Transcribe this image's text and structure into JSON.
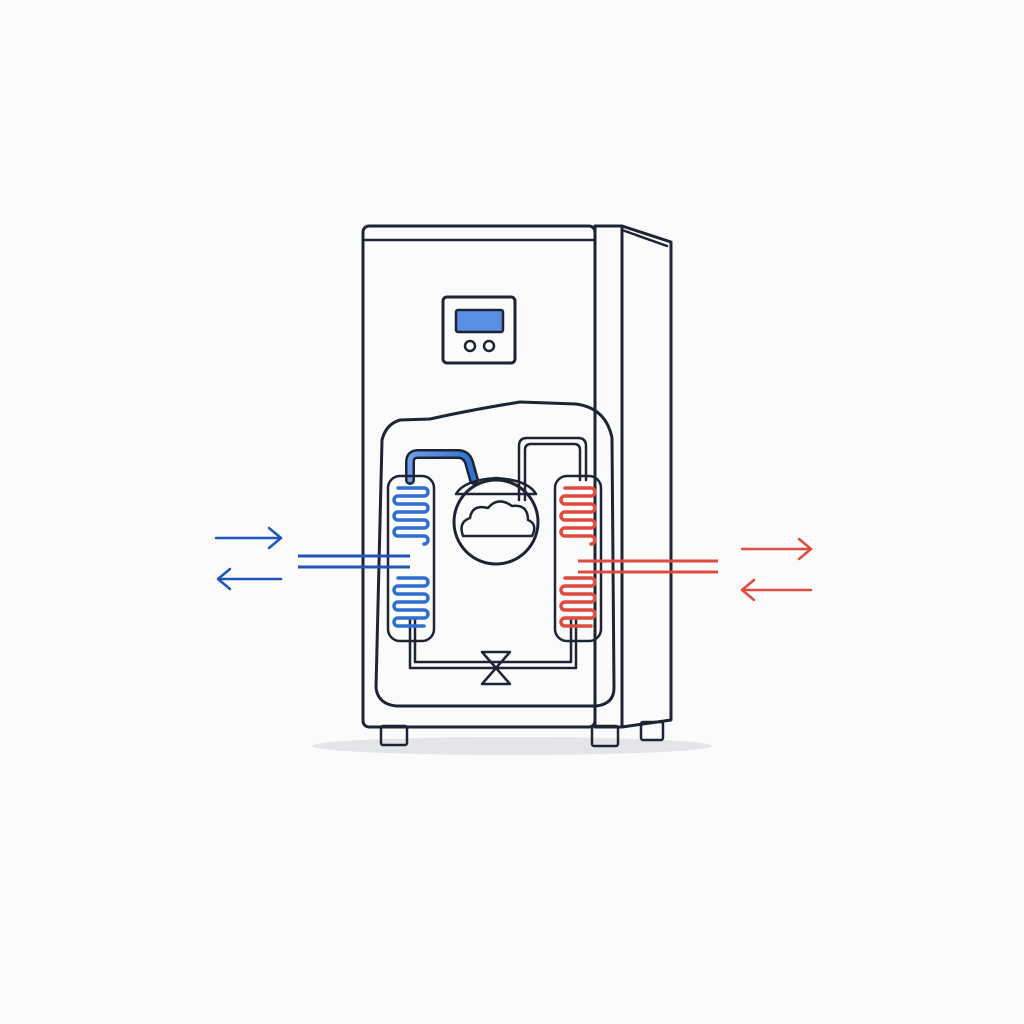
{
  "colors": {
    "background": "#fbfbfc",
    "outline": "#1e2433",
    "cold": "#2f6fd0",
    "cold_dark": "#1f55b8",
    "hot": "#e04b3f",
    "screen": "#5b8fe6",
    "shadow": "#e4e5e9"
  },
  "diagram": {
    "subject": "heat-pump-unit",
    "components": [
      {
        "name": "control-panel",
        "icon": "display-with-two-knobs"
      },
      {
        "name": "evaporator-coil",
        "color": "cold"
      },
      {
        "name": "compressor",
        "icon": "compressor-dome"
      },
      {
        "name": "condenser-coil",
        "color": "hot"
      },
      {
        "name": "expansion-valve",
        "icon": "bowtie-valve"
      }
    ],
    "left_arrows": {
      "color": "cold",
      "directions": [
        "right",
        "left"
      ]
    },
    "right_arrows": {
      "color": "hot",
      "directions": [
        "right",
        "left"
      ]
    }
  }
}
